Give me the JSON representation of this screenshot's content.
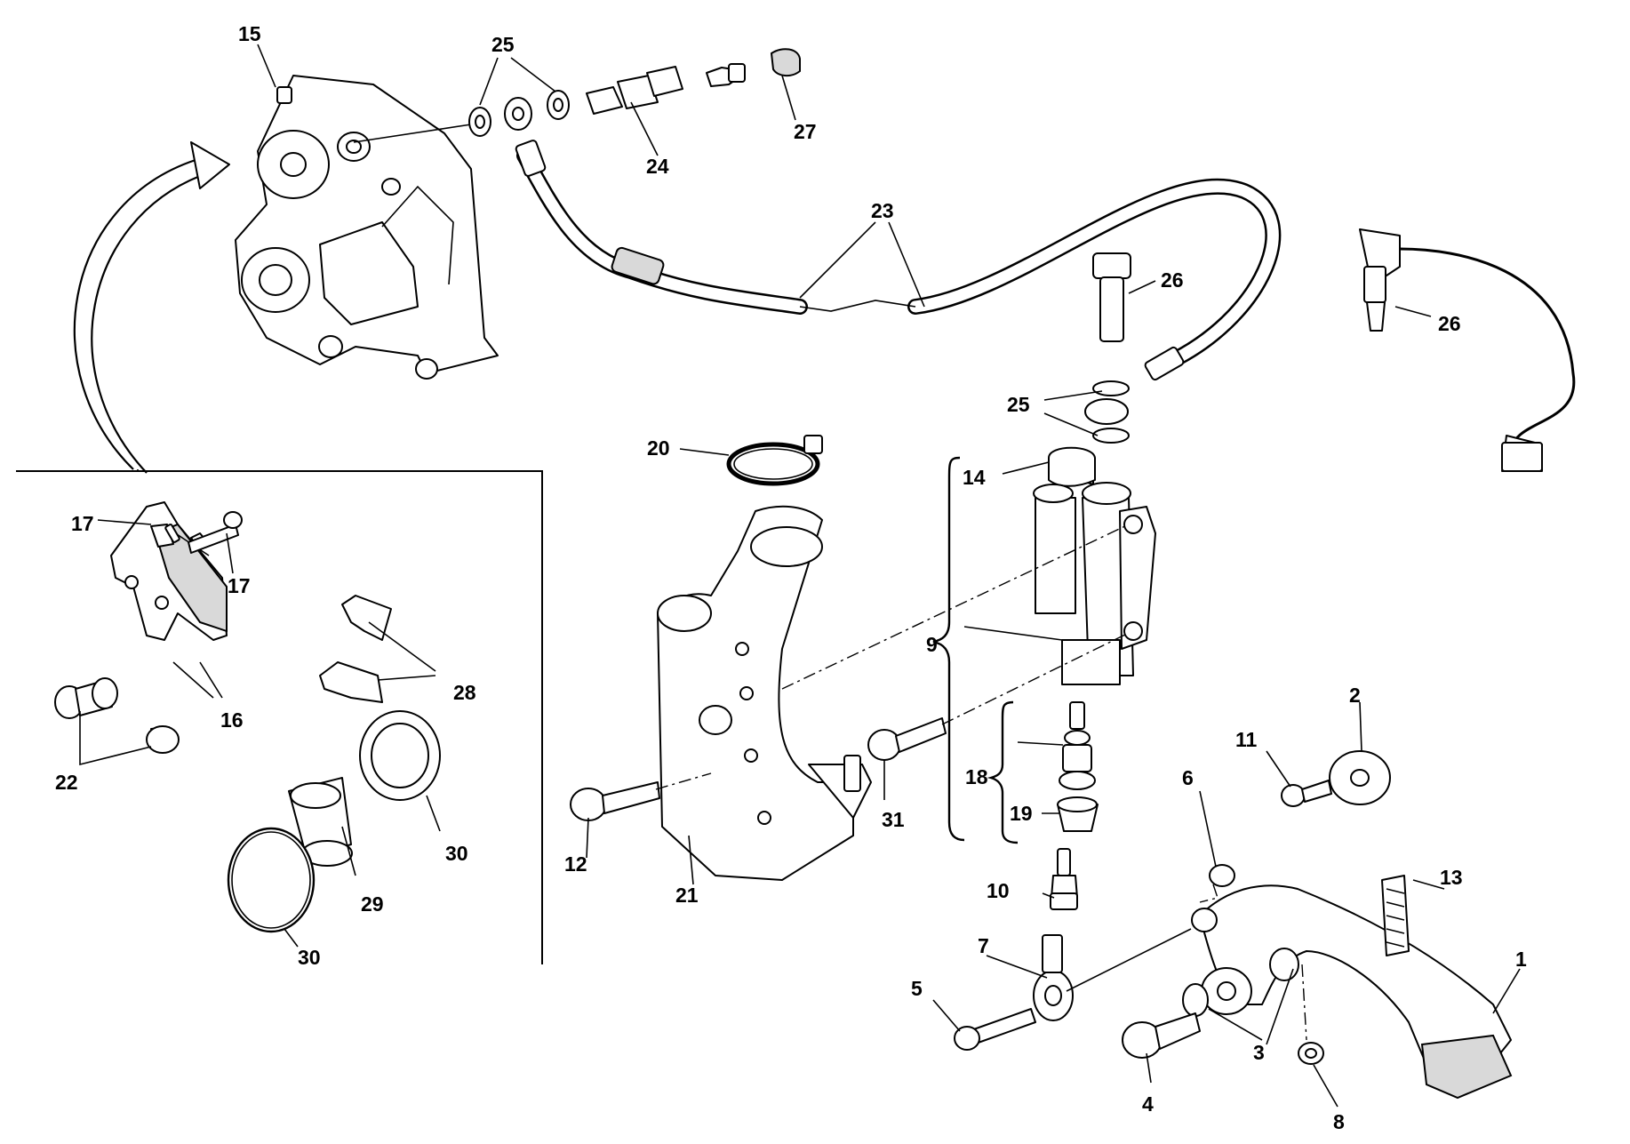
{
  "callouts": {
    "c1": "1",
    "c2": "2",
    "c3": "3",
    "c4": "4",
    "c5": "5",
    "c6": "6",
    "c7": "7",
    "c8": "8",
    "c9": "9",
    "c10": "10",
    "c11": "11",
    "c12": "12",
    "c13": "13",
    "c14": "14",
    "c15": "15",
    "c16": "16",
    "c17a": "17",
    "c17b": "17",
    "c18": "18",
    "c19": "19",
    "c20": "20",
    "c21": "21",
    "c22": "22",
    "c23": "23",
    "c24": "24",
    "c25a": "25",
    "c25b": "25",
    "c26a": "26",
    "c26b": "26",
    "c27": "27",
    "c28": "28",
    "c29": "29",
    "c30a": "30",
    "c30b": "30",
    "c31": "31"
  }
}
